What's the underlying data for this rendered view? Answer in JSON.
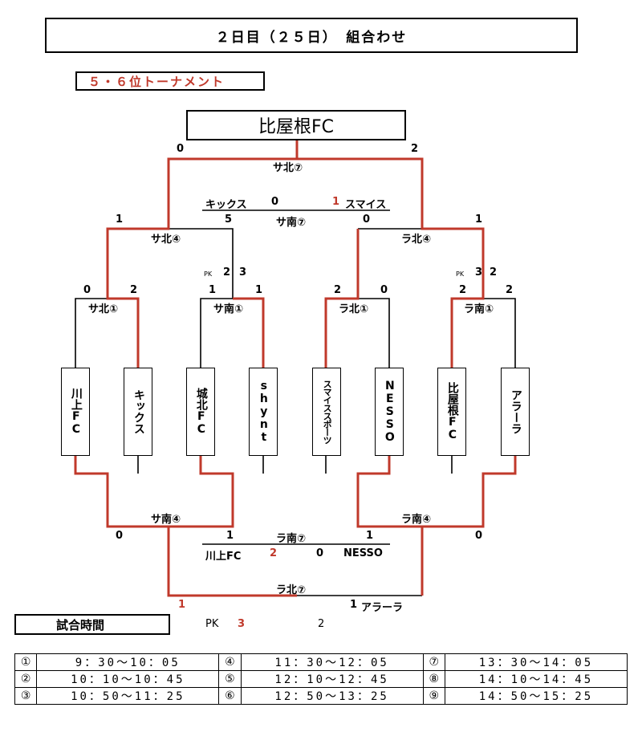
{
  "header": {
    "title": "２日目（２５日）　組合わせ",
    "subtitle": "５・６位トーナメント"
  },
  "champion": "比屋根FC",
  "teams": [
    "川上FC",
    "キックス",
    "城北FC",
    "shynt",
    "スマイススポーツ",
    "NESSO",
    "比屋根FC",
    "アラーラ"
  ],
  "round1": {
    "m1": {
      "label": "サ北①",
      "left": "0",
      "right": "2"
    },
    "m2": {
      "label": "サ南①",
      "left": "1",
      "right": "1",
      "pk_label": "PK",
      "pk_left": "2",
      "pk_right": "3"
    },
    "m3": {
      "label": "ラ北①",
      "left": "2",
      "right": "0"
    },
    "m4": {
      "label": "ラ南①",
      "left": "2",
      "right": "2",
      "pk_label": "PK",
      "pk_left": "3",
      "pk_right": "2"
    }
  },
  "round2": {
    "sa_kita4": {
      "label": "サ北④",
      "left": "1",
      "right": "5"
    },
    "ra_kita4": {
      "label": "ラ北④",
      "left": "0",
      "right": "1"
    }
  },
  "upper_final": {
    "label": "サ北⑦",
    "left": "0",
    "right": "2"
  },
  "sa_minami7": {
    "label": "サ南⑦",
    "team_left": "キックス",
    "score_left": "0",
    "score_right": "1",
    "team_right": "スマイス"
  },
  "lower": {
    "sa_minami4": {
      "label": "サ南④",
      "left": "0",
      "right": "1"
    },
    "ra_minami4": {
      "label": "ラ南④",
      "left": "1",
      "right": "0"
    },
    "ra_minami7": {
      "label": "ラ南⑦",
      "team_left": "川上FC",
      "score_left": "2",
      "score_right": "0",
      "team_right": "NESSO"
    },
    "ra_kita7": {
      "label": "ラ北⑦",
      "score_left": "1",
      "score_right": "1",
      "team_right": "アラーラ",
      "pk_label": "PK",
      "pk_left": "3",
      "pk_right": "2"
    }
  },
  "schedule": {
    "label": "試合時間",
    "rows": [
      [
        {
          "n": "①",
          "t": "9：30〜10：05"
        },
        {
          "n": "④",
          "t": "11：30〜12：05"
        },
        {
          "n": "⑦",
          "t": "13：30〜14：05"
        }
      ],
      [
        {
          "n": "②",
          "t": "10：10〜10：45"
        },
        {
          "n": "⑤",
          "t": "12：10〜12：45"
        },
        {
          "n": "⑧",
          "t": "14：10〜14：45"
        }
      ],
      [
        {
          "n": "③",
          "t": "10：50〜11：25"
        },
        {
          "n": "⑥",
          "t": "12：50〜13：25"
        },
        {
          "n": "⑨",
          "t": "14：50〜15：25"
        }
      ]
    ]
  },
  "colors": {
    "winner": "#c0392b",
    "line": "#000000"
  }
}
